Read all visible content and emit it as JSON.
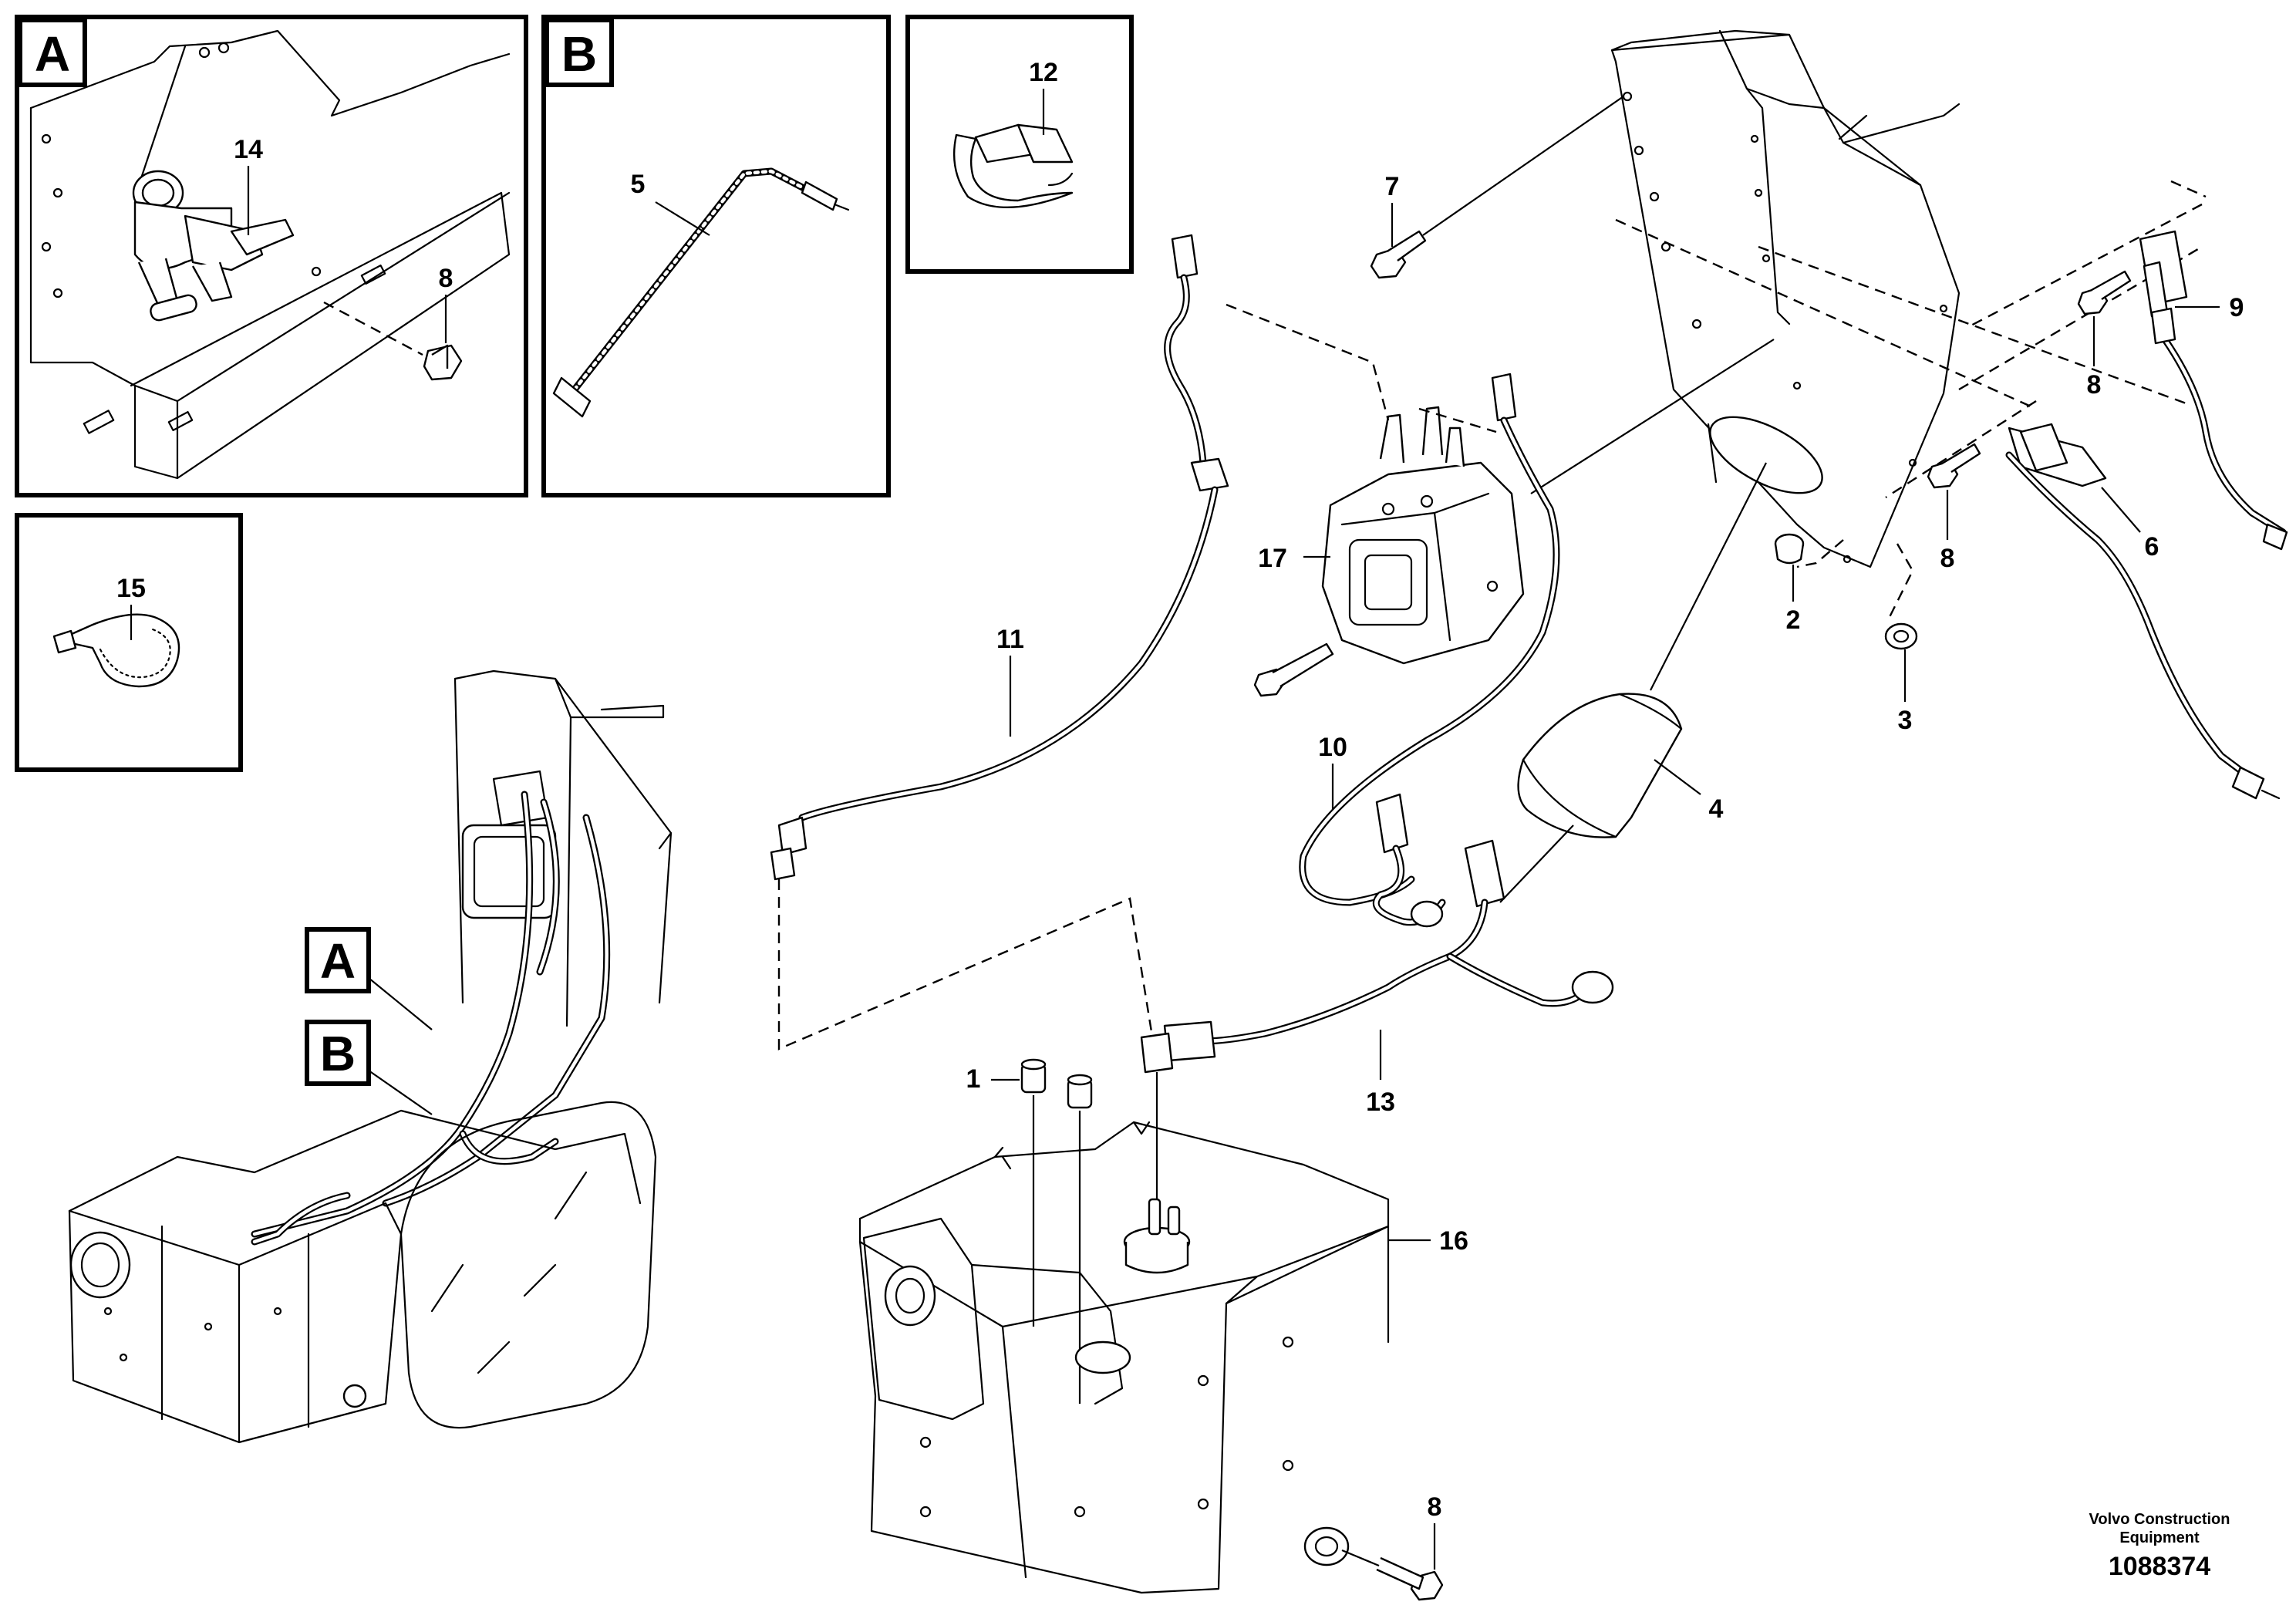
{
  "detail_views": [
    {
      "letter": "A",
      "callouts": [
        "14",
        "8"
      ]
    },
    {
      "letter": "B",
      "callouts": [
        "5"
      ]
    },
    {
      "callouts": [
        "12"
      ]
    },
    {
      "callouts": [
        "15"
      ]
    }
  ],
  "overview_labels": [
    "A",
    "B"
  ],
  "callouts": {
    "c1": "1",
    "c2": "2",
    "c3": "3",
    "c4": "4",
    "c5": "5",
    "c6": "6",
    "c7": "7",
    "c8_a": "8",
    "c8_b": "8",
    "c8_c": "8",
    "c8_d": "8",
    "c9": "9",
    "c10": "10",
    "c11": "11",
    "c12": "12",
    "c13": "13",
    "c14": "14",
    "c15": "15",
    "c16": "16",
    "c17": "17"
  },
  "footer": {
    "brand_line1": "Volvo Construction",
    "brand_line2": "Equipment",
    "part_number": "1088374"
  }
}
